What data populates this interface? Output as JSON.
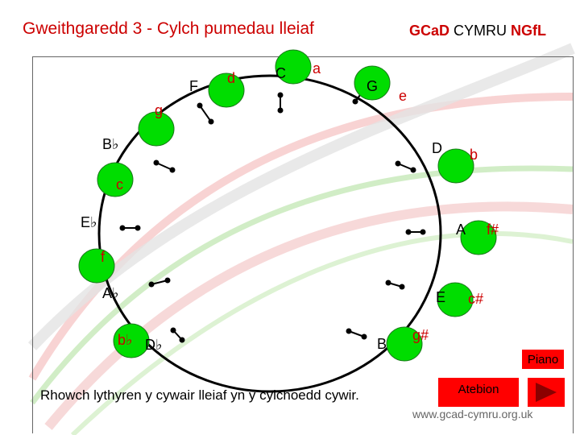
{
  "title": "Gweithgaredd 3 - Cylch pumedau lleiaf",
  "brand": {
    "part1": "GCaD",
    "part2": " CYMRU ",
    "part3": "NGfL"
  },
  "instruction": "Rhowch lythyren y cywair lleiaf yn y cylchoedd cywir.",
  "buttons": {
    "piano": "Piano",
    "answers": "Atebion"
  },
  "footer_url": "www.gcad-cymru.org.uk",
  "colors": {
    "title": "#cc0000",
    "target": "#00dd00",
    "button": "#ff0000",
    "play_arrow": "#8b0000",
    "minor_letters": "#cc0000"
  },
  "major_keys": [
    "C",
    "G",
    "D",
    "A",
    "E",
    "B",
    "D♭",
    "A♭",
    "E♭",
    "B♭",
    "F"
  ],
  "minor_keys": [
    "a",
    "e",
    "b",
    "f#",
    "c#",
    "g#",
    "b♭",
    "f",
    "c",
    "g",
    "d"
  ],
  "icons": {
    "play": "play-triangle-icon"
  }
}
